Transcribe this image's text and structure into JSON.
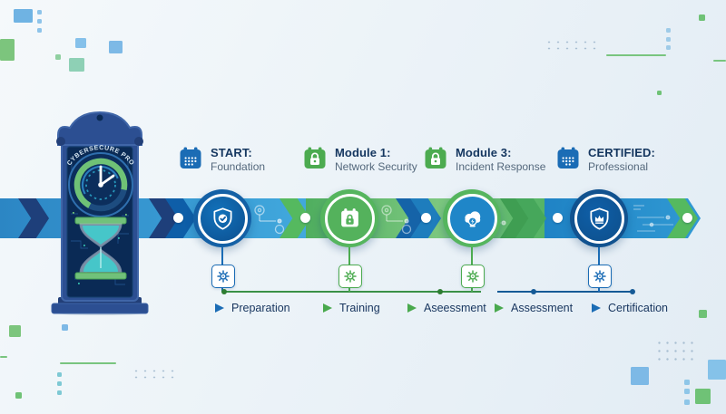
{
  "clock": {
    "brand": "CYBERSECURE PRO",
    "icons": [
      "clock-face-icon",
      "hourglass-icon"
    ]
  },
  "milestones": [
    {
      "title": "START:",
      "subtitle": "Foundation",
      "calendar_icon": "calendar-grid-icon",
      "calendar_color": "#1b6cb5",
      "node_icon": "shield-check-icon",
      "node_color": "#0f5fa8",
      "ring_color": "#1460a5",
      "badge_icon": "gear-icon",
      "badge_color": "#1b6cb5"
    },
    {
      "title": "Module 1:",
      "subtitle": "Network Security",
      "calendar_icon": "calendar-lock-icon",
      "calendar_color": "#4cab50",
      "node_icon": "calendar-lock-icon",
      "node_color": "#54b25c",
      "ring_color": "#55b55e",
      "badge_icon": "gear-icon",
      "badge_color": "#4cab50"
    },
    {
      "title": "Module 3:",
      "subtitle": "Incident Response",
      "calendar_icon": "calendar-lock-icon",
      "calendar_color": "#4cab50",
      "node_icon": "cloud-alert-icon",
      "node_color": "#1f86c8",
      "ring_color": "#55b55e",
      "badge_icon": "gear-icon",
      "badge_color": "#4cab50"
    },
    {
      "title": "CERTIFIED:",
      "subtitle": "Professional",
      "calendar_icon": "calendar-grid-icon",
      "calendar_color": "#1b6cb5",
      "node_icon": "shield-crown-icon",
      "node_color": "#0d4f8b",
      "ring_color": "#11528f",
      "badge_icon": "gear-icon",
      "badge_color": "#1b6cb5"
    }
  ],
  "phases": [
    {
      "label": "Preparation",
      "marker_icon": "play-triangle-icon",
      "marker_color": "#1b6cb5"
    },
    {
      "label": "Training",
      "marker_icon": "play-triangle-icon",
      "marker_color": "#49a94d"
    },
    {
      "label": "Aseessment",
      "marker_icon": "play-triangle-icon",
      "marker_color": "#49a94d"
    },
    {
      "label": "Assessment",
      "marker_icon": "play-triangle-icon",
      "marker_color": "#49a94d"
    },
    {
      "label": "Certification",
      "marker_icon": "play-triangle-icon",
      "marker_color": "#1b6cb5"
    }
  ],
  "colors": {
    "band_blue": "#2e8ac8",
    "band_green": "#55b562",
    "navy_chevron": "#1e3f7a",
    "accent_blue": "#1b6cb5",
    "accent_green": "#4cab50",
    "title_text": "#14365f",
    "subtitle_text": "#54687c",
    "clock_body": "#2c4f92",
    "clock_panel": "#0a2a55",
    "hourglass_sand": "#46c6c9",
    "progress_line_green": "#3a9147",
    "progress_line_blue": "#155a96"
  }
}
